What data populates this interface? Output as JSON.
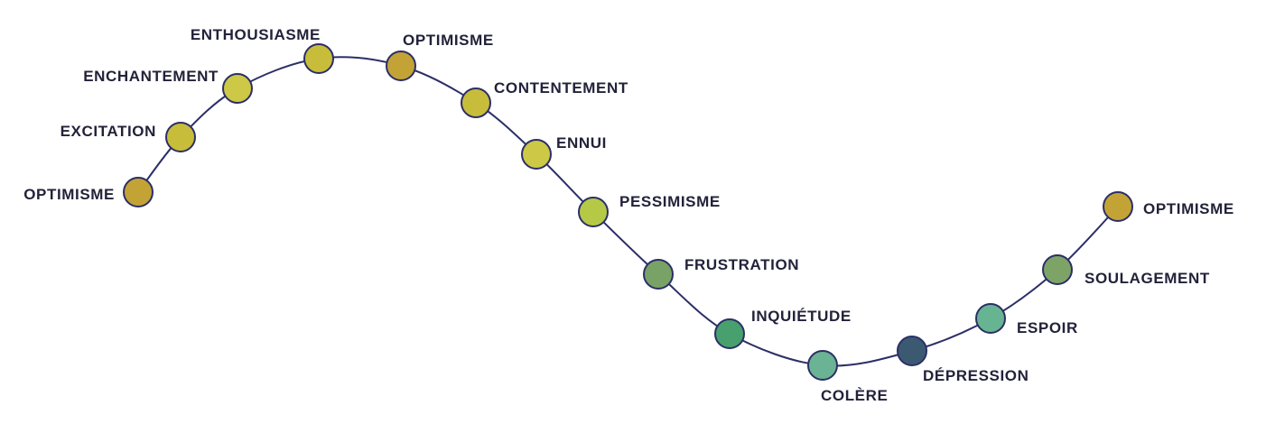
{
  "curve_color": "#2b2f66",
  "nodes": [
    {
      "label": "OPTIMISME",
      "color": "#c4a336"
    },
    {
      "label": "EXCITATION",
      "color": "#c8bd3a"
    },
    {
      "label": "ENCHANTEMENT",
      "color": "#cdc846"
    },
    {
      "label": "ENTHOUSIASME",
      "color": "#c8bd3a"
    },
    {
      "label": "OPTIMISME",
      "color": "#c4a336"
    },
    {
      "label": "CONTENTEMENT",
      "color": "#c8bd3a"
    },
    {
      "label": "ENNUI",
      "color": "#cdc846"
    },
    {
      "label": "PESSIMISME",
      "color": "#b5c947"
    },
    {
      "label": "FRUSTRATION",
      "color": "#79a266"
    },
    {
      "label": "INQUIÉTUDE",
      "color": "#48a06e"
    },
    {
      "label": "COLÈRE",
      "color": "#6ab394"
    },
    {
      "label": "DÉPRESSION",
      "color": "#3b5a72"
    },
    {
      "label": "ESPOIR",
      "color": "#67b493"
    },
    {
      "label": "SOULAGEMENT",
      "color": "#7da466"
    },
    {
      "label": "OPTIMISME",
      "color": "#c4a336"
    }
  ]
}
